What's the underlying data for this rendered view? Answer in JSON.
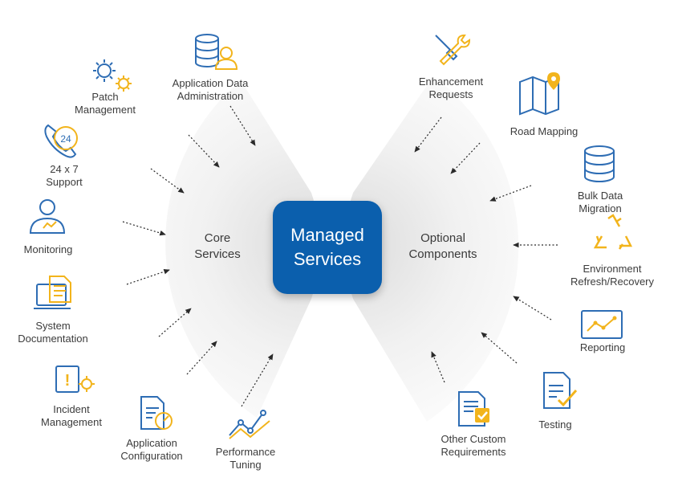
{
  "center": {
    "line1": "Managed",
    "line2": "Services"
  },
  "core": {
    "line1": "Core",
    "line2": "Services"
  },
  "optional": {
    "line1": "Optional",
    "line2": "Components"
  },
  "core_items": [
    {
      "label": "Application Data\nAdministration",
      "icon": "database-user-icon"
    },
    {
      "label": "Patch\nManagement",
      "icon": "gears-icon"
    },
    {
      "label": "24 x 7\nSupport",
      "icon": "phone-24-icon"
    },
    {
      "label": "Monitoring",
      "icon": "person-chart-icon"
    },
    {
      "label": "System\nDocumentation",
      "icon": "laptop-document-icon"
    },
    {
      "label": "Incident\nManagement",
      "icon": "alert-gear-icon"
    },
    {
      "label": "Application\nConfiguration",
      "icon": "document-gauge-icon"
    },
    {
      "label": "Performance\nTuning",
      "icon": "line-chart-icon"
    }
  ],
  "optional_items": [
    {
      "label": "Enhancement\nRequests",
      "icon": "tools-icon"
    },
    {
      "label": "Road Mapping",
      "icon": "map-pin-icon"
    },
    {
      "label": "Bulk Data Migration",
      "icon": "database-icon"
    },
    {
      "label": "Environment\nRefresh/Recovery",
      "icon": "recycle-icon"
    },
    {
      "label": "Reporting",
      "icon": "report-chart-icon"
    },
    {
      "label": "Testing",
      "icon": "checklist-icon"
    },
    {
      "label": "Other Custom\nRequirements",
      "icon": "document-check-icon"
    }
  ],
  "colors": {
    "blue": "#0b5fad",
    "icon_blue": "#2e6db4",
    "icon_gold": "#f2b41c"
  }
}
